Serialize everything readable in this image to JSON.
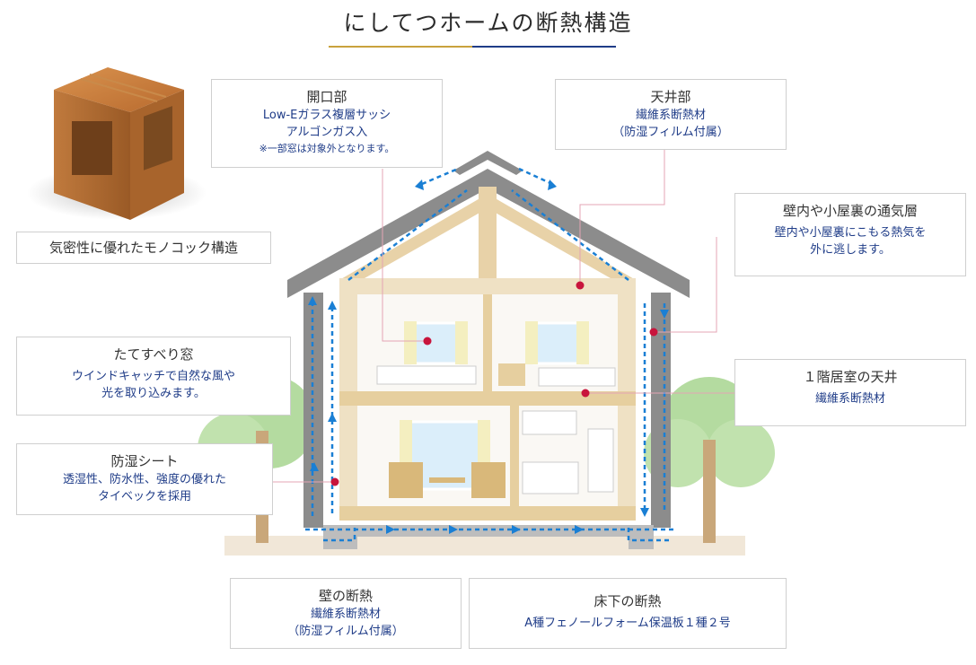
{
  "title": "にしてつホームの断熱構造",
  "colors": {
    "accent_gold": "#c9a23c",
    "accent_blue": "#1f3c88",
    "pointer_red": "#c8143c",
    "airflow_blue": "#1a7fd4"
  },
  "labels": {
    "monocoque": {
      "heading": "気密性に優れたモノコック構造"
    },
    "opening": {
      "heading": "開口部",
      "line1": "Low-Eガラス複層サッシ",
      "line2": "アルゴンガス入",
      "note": "※一部窓は対象外となります。"
    },
    "ceiling_top": {
      "heading": "天井部",
      "line1": "繊維系断熱材",
      "line2": "（防湿フィルム付属）"
    },
    "ventilation": {
      "heading": "壁内や小屋裏の通気層",
      "line1": "壁内や小屋裏にこもる熱気を",
      "line2": "外に逃します。"
    },
    "window": {
      "heading": "たてすべり窓",
      "line1": "ウインドキャッチで自然な風や",
      "line2": "光を取り込みます。"
    },
    "first_floor": {
      "heading": "１階居室の天井",
      "line1": "繊維系断熱材"
    },
    "moisture": {
      "heading": "防湿シート",
      "line1": "透湿性、防水性、強度の優れた",
      "line2": "タイベックを採用"
    },
    "wall": {
      "heading": "壁の断熱",
      "line1": "繊維系断熱材",
      "line2": "（防湿フィルム付属）"
    },
    "underfloor": {
      "heading": "床下の断熱",
      "line1": "A種フェノールフォーム保温板１種２号"
    }
  }
}
